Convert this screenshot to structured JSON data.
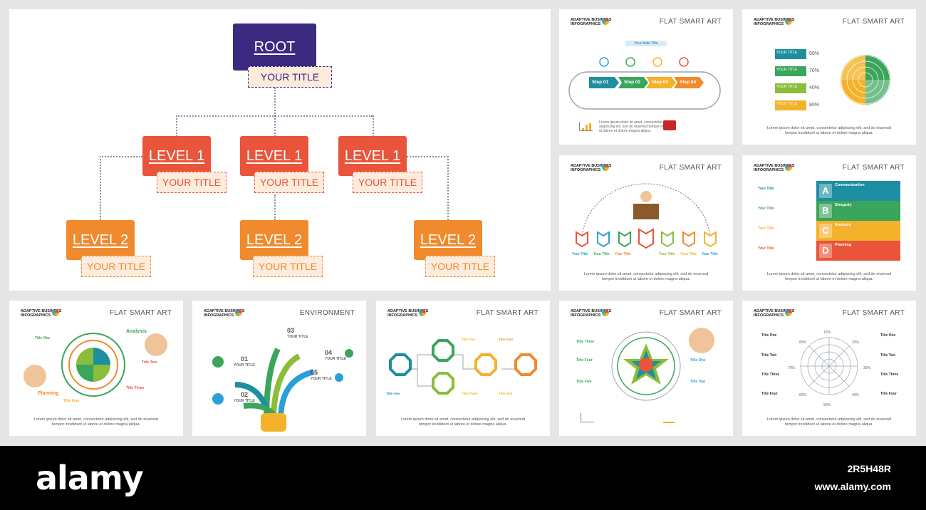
{
  "org_chart": {
    "root_label": "ROOT",
    "root_sub": "YOUR TITLE",
    "level1": [
      {
        "label": "LEVEL 1",
        "sub": "YOUR TITLE"
      },
      {
        "label": "LEVEL 1",
        "sub": "YOUR TITLE"
      },
      {
        "label": "LEVEL 1",
        "sub": "YOUR TITLE"
      }
    ],
    "level2": [
      {
        "label": "LEVEL 2",
        "sub": "YOUR TITLE"
      },
      {
        "label": "LEVEL 2",
        "sub": "YOUR TITLE"
      },
      {
        "label": "LEVEL 2",
        "sub": "YOUR TITLE"
      }
    ],
    "colors": {
      "root": "#3b2a7f",
      "level1": "#e9543a",
      "level2": "#f08a2c",
      "line": "#8a8fa8"
    }
  },
  "brand": {
    "line1": "ADAPTIVE BUSINESS",
    "line2": "INFOGRAPHICS"
  },
  "slides": {
    "steps": {
      "title": "FLAT SMART ART",
      "main_title": "Your Main Title",
      "steps": [
        "Step 01",
        "Step 02",
        "Step 03",
        "Step 04"
      ],
      "caption": "Lorem ipsum dolor sit amet, consectetur adipiscing elit, sed do eiusmod tempor incididunt ut labore et dolore magna aliqua."
    },
    "radar_percent": {
      "title": "FLAT SMART ART",
      "item_label": "YOUR TITLE",
      "values": [
        "50%",
        "70%",
        "40%",
        "80%"
      ],
      "caption": "Lorem ipsum dolor sit amet, consectetur adipiscing elit, sed do eiusmod tempor incididunt ut labore et dolore magna aliqua."
    },
    "arc": {
      "title": "FLAT SMART ART",
      "item_label": "Your Title",
      "caption": "Lorem ipsum dolor sit amet, consectetur adipiscing elit, sed do eiusmod tempor incididunt ut labore et dolore magna aliqua."
    },
    "abcd": {
      "title": "FLAT SMART ART",
      "left_title": "Your Title",
      "letters": [
        "A",
        "B",
        "C",
        "D"
      ],
      "labels": [
        "Communication",
        "Stragedy",
        "Analysis",
        "Planning"
      ],
      "caption": "Lorem ipsum dolor sit amet, consectetur adipiscing elit, sed do eiusmod tempor incididunt ut labore et dolore magna aliqua."
    },
    "cycle": {
      "title": "FLAT SMART ART",
      "labels": [
        "Title One",
        "Analysis",
        "Title Two",
        "Title Three",
        "Planning",
        "Title Four"
      ],
      "caption": "Lorem ipsum dolor sit amet, consectetur adipiscing elit, sed do eiusmod tempor incididunt ut labore et dolore magna aliqua."
    },
    "environment": {
      "title": "ENVIRONMENT",
      "numbers": [
        "01",
        "02",
        "03",
        "04",
        "05"
      ],
      "item_label": "YOUR TITLE"
    },
    "octagons": {
      "title": "FLAT SMART ART",
      "labels": [
        "Title Two",
        "Title Four",
        "Title One",
        "Title Three",
        "Title Five"
      ],
      "caption": "Lorem ipsum dolor sit amet, consectetur adipiscing elit, sed do eiusmod tempor incididunt ut labore et dolore magna aliqua."
    },
    "star": {
      "title": "FLAT SMART ART",
      "labels": [
        "Title Three",
        "Title Four",
        "Title Five",
        "Title One",
        "Title Two"
      ]
    },
    "radar": {
      "title": "FLAT SMART ART",
      "left_labels": [
        "Title One",
        "Title Two",
        "Title Three",
        "Title Four"
      ],
      "right_labels": [
        "Title One",
        "Title Two",
        "Title Three",
        "Title Four"
      ],
      "percent_labels": [
        "10%",
        "20%",
        "30%",
        "40%",
        "50%",
        "60%",
        "70%",
        "80%"
      ],
      "caption": "Lorem ipsum dolor sit amet, consectetur adipiscing elit, sed do eiusmod tempor incididunt ut labore et dolore magna aliqua."
    }
  },
  "watermark": {
    "logo": "alamy",
    "image_id": "2R5H48R",
    "url": "www.alamy.com"
  }
}
